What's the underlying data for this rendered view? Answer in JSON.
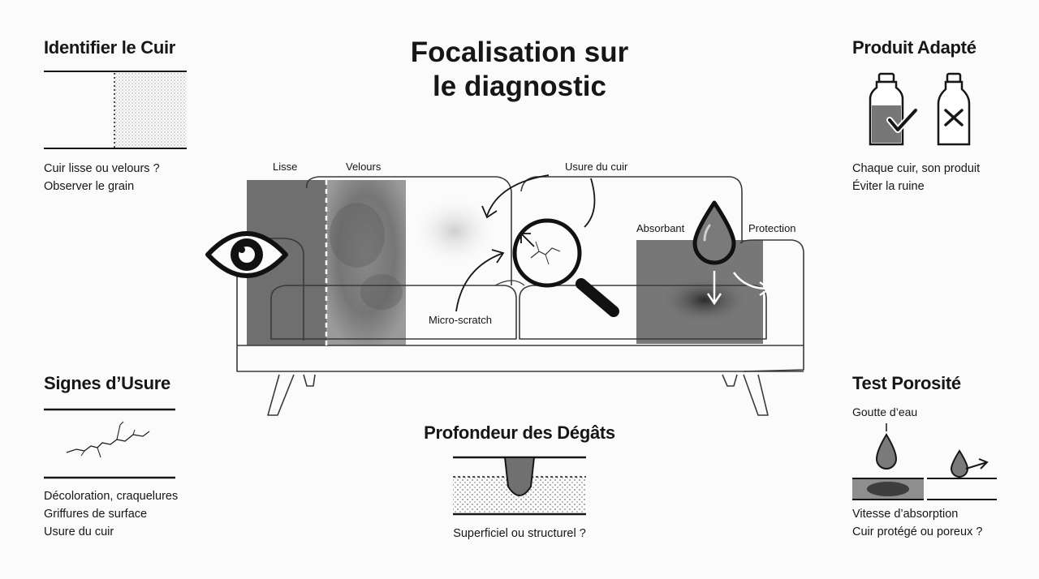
{
  "title": {
    "line1": "Focalisation sur",
    "line2": "le diagnostic"
  },
  "panels": {
    "identify": {
      "heading": "Identifier le Cuir",
      "lines": [
        "Cuir lisse ou velours ?",
        "Observer le grain"
      ]
    },
    "product": {
      "heading": "Produit Adapté",
      "lines": [
        "Chaque cuir, son produit",
        "Éviter la ruine"
      ]
    },
    "wear": {
      "heading": "Signes d’Usure",
      "lines": [
        "Décoloration, craquelures",
        "Griffures de surface",
        "Usure du cuir"
      ]
    },
    "depth": {
      "heading": "Profondeur des Dégâts",
      "caption": "Superficiel ou structurel ?"
    },
    "porosity": {
      "heading": "Test Porosité",
      "drop_label": "Goutte d’eau",
      "lines": [
        "Vitesse d’absorption",
        "Cuir protégé ou poreux ?"
      ]
    }
  },
  "sofa_callouts": {
    "smooth": "Lisse",
    "suede": "Velours",
    "wear": "Usure du cuir",
    "scratch": "Micro-scratch",
    "absorbent": "Absorbant",
    "protection": "Protection"
  },
  "icons": {
    "eye": "eye-icon",
    "magnifier": "magnifier-icon",
    "drop": "water-drop-icon",
    "bottle_ok": "bottle-check-icon",
    "bottle_no": "bottle-cross-icon"
  },
  "colors": {
    "ink": "#161616",
    "grey_dark": "#6e6e6e",
    "grey_mid": "#8a8a8a",
    "paper": "#fbfbfb"
  }
}
